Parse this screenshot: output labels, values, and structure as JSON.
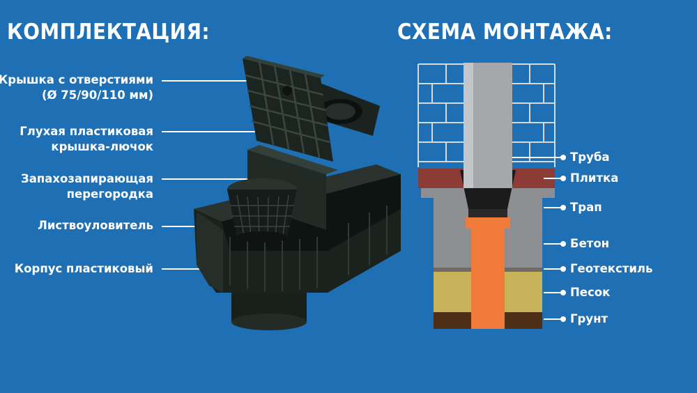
{
  "left": {
    "title": "КОМПЛЕКТАЦИЯ:",
    "labels": {
      "lid_holes_line1": "Крышка с отверстиями",
      "lid_holes_line2": "(Ø 75/90/110 мм)",
      "blind_lid_line1": "Глухая пластиковая",
      "blind_lid_line2": "крышка-лючок",
      "odor_line1": "Запахозапирающая",
      "odor_line2": "перегородка",
      "leaf_catcher": "Листвоуловитель",
      "body": "Корпус пластиковый"
    }
  },
  "right": {
    "title": "СХЕМА МОНТАЖА:",
    "labels": {
      "pipe": "Труба",
      "tile": "Плитка",
      "drain": "Трап",
      "concrete": "Бетон",
      "geotextile": "Геотекстиль",
      "sand": "Песок",
      "soil": "Грунт"
    }
  },
  "colors": {
    "background": "#1f6fb5",
    "brick_wall": "#a9aeb3",
    "tile": "#8c3b36",
    "concrete": "#8d8f92",
    "geotextile": "#6e6b66",
    "sand": "#c7b45a",
    "soil": "#4e2f18",
    "orange_pipe": "#f07a3a",
    "grey_pipe": "#a4a8ab",
    "drain_body": "#1b1b1b"
  }
}
